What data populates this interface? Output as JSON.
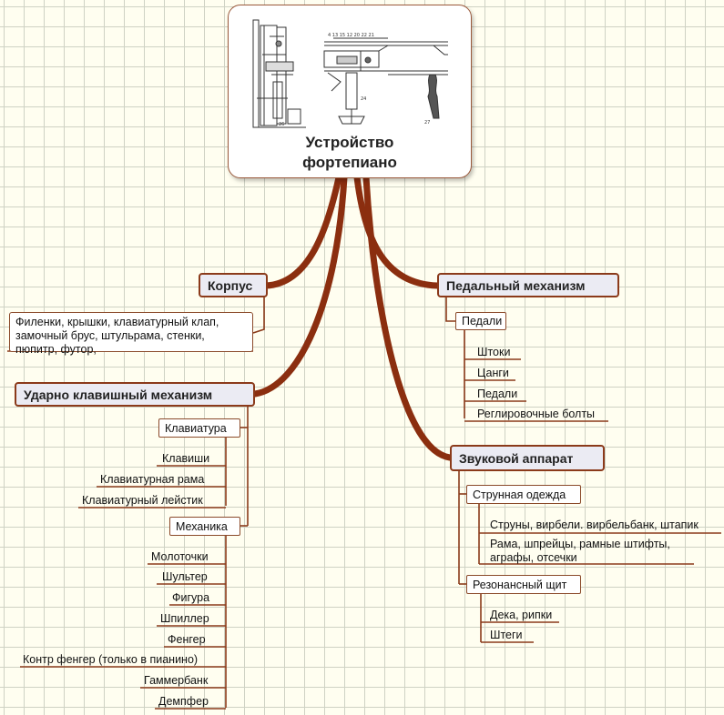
{
  "central": {
    "title_line1": "Устройство",
    "title_line2": "фортепиано",
    "image_icon": "piano-mechanism-drawing"
  },
  "korpus": {
    "label": "Корпус",
    "note": "Филенки, крышки, клавиатурный клап, замочный брус, штульрама, стенки, пюпитр, футор,"
  },
  "udarno": {
    "label": "Ударно клавишный механизм",
    "klaviatura": {
      "label": "Клавиатура",
      "items": [
        "Клавиши",
        "Клавиатурная рама",
        "Клавиатурный лейстик"
      ]
    },
    "mekhanika": {
      "label": "Механика",
      "items": [
        "Молоточки",
        "Шультер",
        "Фигура",
        "Шпиллер",
        "Фенгер",
        "Контр фенгер (только в пианино)",
        "Гаммербанк",
        "Демпфер"
      ]
    }
  },
  "pedal": {
    "label": "Педальный механизм",
    "pedali": {
      "label": "Педали",
      "items": [
        "Штоки",
        "Цанги",
        "Педали",
        "Реглировочные болты"
      ]
    }
  },
  "zvuk": {
    "label": "Звуковой аппарат",
    "strunnaya": {
      "label": "Струнная одежда",
      "items": [
        "Струны, вирбели. вирбельбанк, штапик",
        "Рама, шпрейцы, рамные штифты, аграфы, отсечки"
      ]
    },
    "rezonansny": {
      "label": "Резонансный щит",
      "items": [
        "Дека, рипки",
        "Штеги"
      ]
    }
  },
  "colors": {
    "branch": "#8b2e0f",
    "line": "#8b3a1a",
    "topic_fill": "#ebebf3",
    "grid": "#cfd2c4",
    "background": "#fffef0"
  }
}
